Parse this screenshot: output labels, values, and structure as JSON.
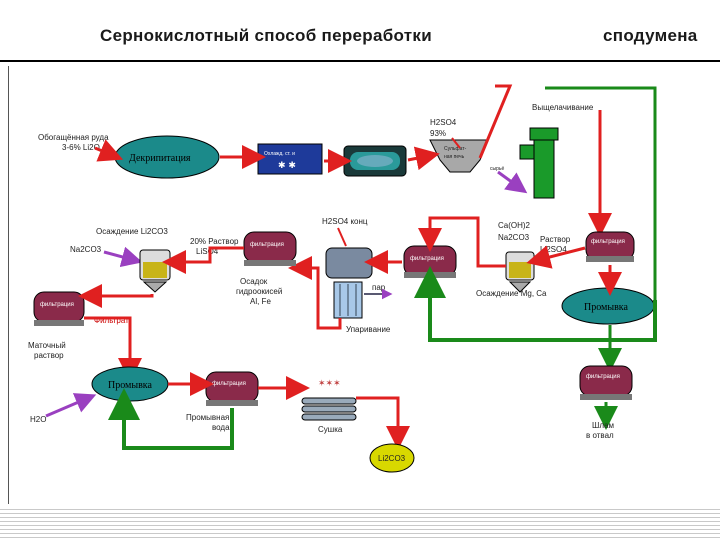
{
  "title": {
    "left": "Сернокислотный способ переработки",
    "right": "сподумена"
  },
  "labels": {
    "concentrate": "Обогащённая руда",
    "concentrate_pct": "3-6% Li2O",
    "decrepitation": "Декрипитация",
    "cooling_box": "Охлажд. ст. и",
    "h2so4_93": "93%",
    "sulfate_furnace": "Сульфат-",
    "sulfate_furnace_2": "ная печь",
    "leaching": "Выщелачивание",
    "soda_deposit": "Осаждение Li2CO3",
    "na2co3": "Na2CO3",
    "solution_20": "20% Раствор",
    "solution_20_2": "LiSO4",
    "filtration": "фильтрация",
    "h2so4_conc": "H2SO4 конц",
    "hydroxide_sediment": "Осадок",
    "hydroxide_sediment_2": "гидроокисей",
    "hydroxide_sediment_3": "Al, Fe",
    "steam": "пар",
    "evaporation": "Упаривание",
    "caoh": "Ca(OH)2",
    "na2co3_b": "Na2CO3",
    "solution_li2so4": "Раствор",
    "solution_li2so4_2": "Li2SO4",
    "sediment_mg": "Осаждение Mg, Ca",
    "washing": "Промывка",
    "mother_solution": "Маточный",
    "mother_solution_2": "раствор",
    "washing_water": "Промывная",
    "washing_water_2": "вода",
    "h2o": "H2O",
    "drying": "Сушка",
    "li2co3": "Li2CO3",
    "sludge": "Шлам",
    "sludge_2": "в отвал",
    "filtration_cake": "Фильтрат"
  },
  "colors": {
    "red_arrow": "#e02020",
    "green_arrow": "#1a8a1a",
    "teal_node": "#1b8a8a",
    "filter_body": "#8a2a4a",
    "yellow_node": "#d8d800",
    "purple_arrow": "#9a40c0"
  }
}
